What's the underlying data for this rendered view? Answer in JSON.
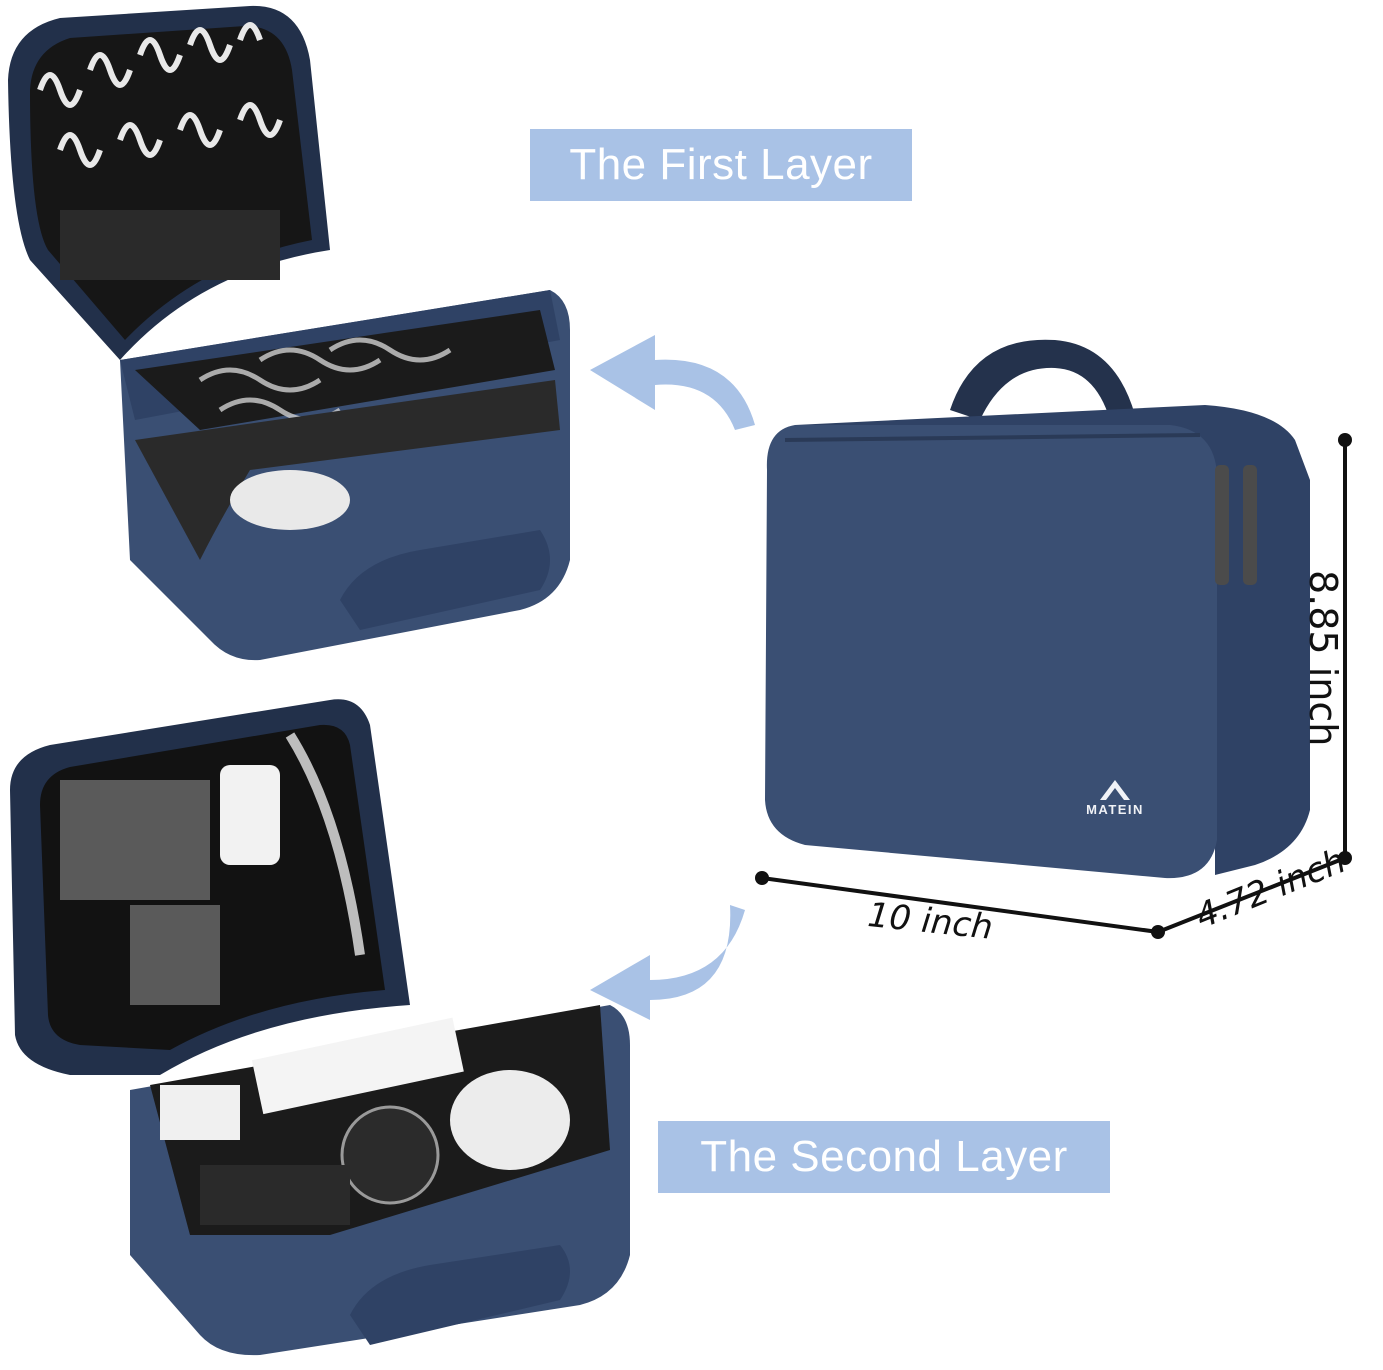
{
  "labels": {
    "first_layer": "The First Layer",
    "second_layer": "The Second Layer"
  },
  "dimensions": {
    "width": "10 inch",
    "depth": "4.72 inch",
    "height": "8.85 inch"
  },
  "brand": {
    "name": "MATEIN",
    "logo_icon": "mountain-icon"
  },
  "colors": {
    "label_background": "#a9c2e6",
    "label_text": "#ffffff",
    "arrow": "#a9c2e6",
    "case_navy": "#3a4f73",
    "case_dark": "#22304a",
    "interior_black": "#1b1b1b"
  }
}
